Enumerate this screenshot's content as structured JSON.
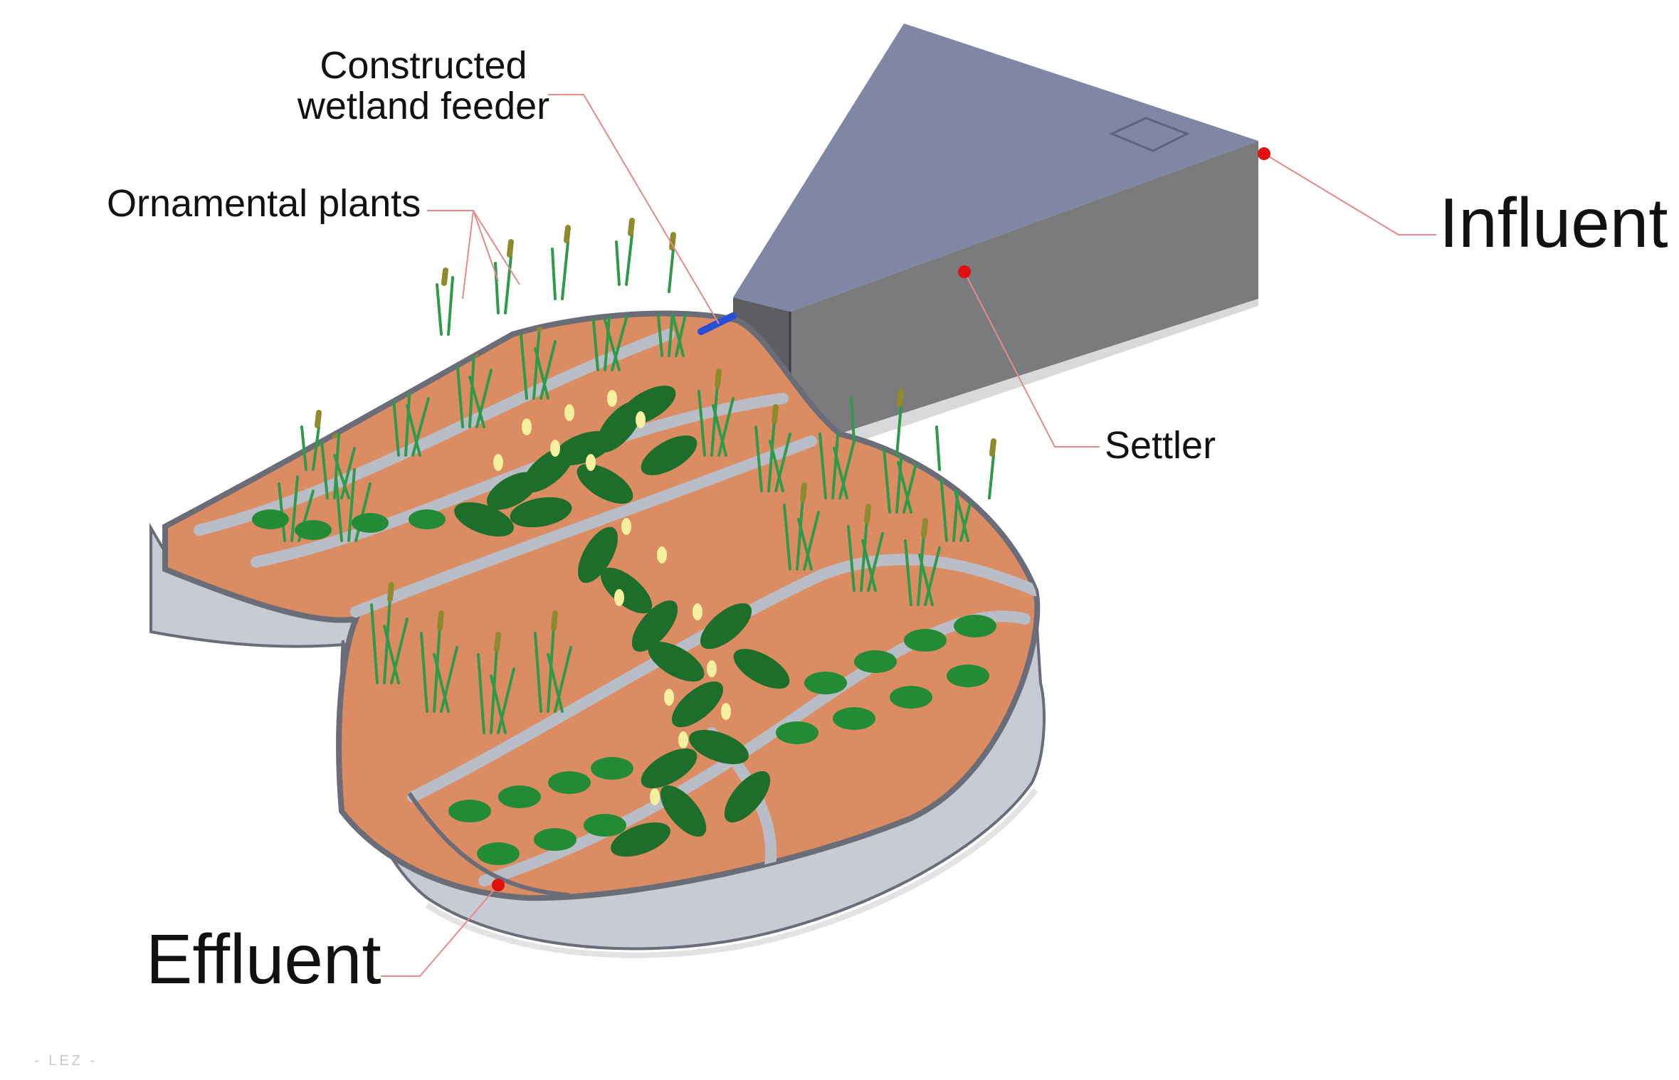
{
  "labels": {
    "feeder_line1": "Constructed",
    "feeder_line2": "wetland feeder",
    "ornamental": "Ornamental plants",
    "settler": "Settler",
    "influent": "Influent",
    "effluent": "Effluent"
  },
  "watermark": "- LEZ -",
  "colors": {
    "soil": "#dc8c62",
    "wall_top": "#c6cbd6",
    "wall_side": "#aeb3c0",
    "settler_top": "#7f86a3",
    "settler_side": "#7a7a7c",
    "settler_front": "#5b5b5e",
    "reed": "#2f9a4a",
    "reed_head": "#8f8a2e",
    "broadleaf": "#1d6e2a",
    "flower": "#f4f0a0",
    "marker": "#e01010",
    "leader": "#e58a8a",
    "feeder_pipe": "#2a4fd6"
  }
}
